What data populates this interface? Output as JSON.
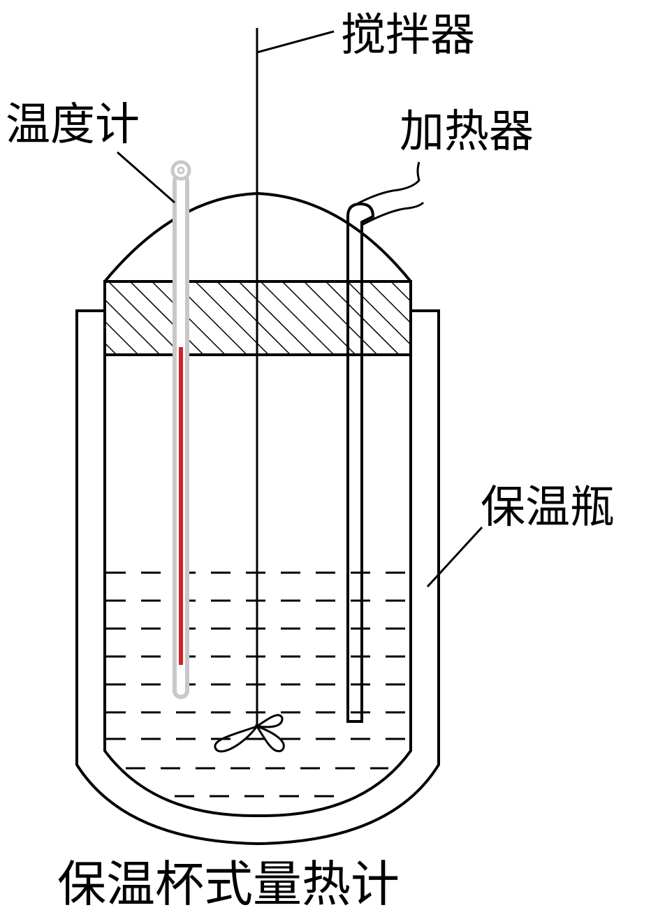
{
  "labels": {
    "stirrer": "搅拌器",
    "thermometer": "温度计",
    "heater": "加热器",
    "flask": "保温瓶",
    "caption": "保温杯式量热计"
  },
  "colors": {
    "line": "#000000",
    "mercury": "#d42020",
    "thermometer_glass": "#c8c8c8",
    "background": "#ffffff"
  }
}
